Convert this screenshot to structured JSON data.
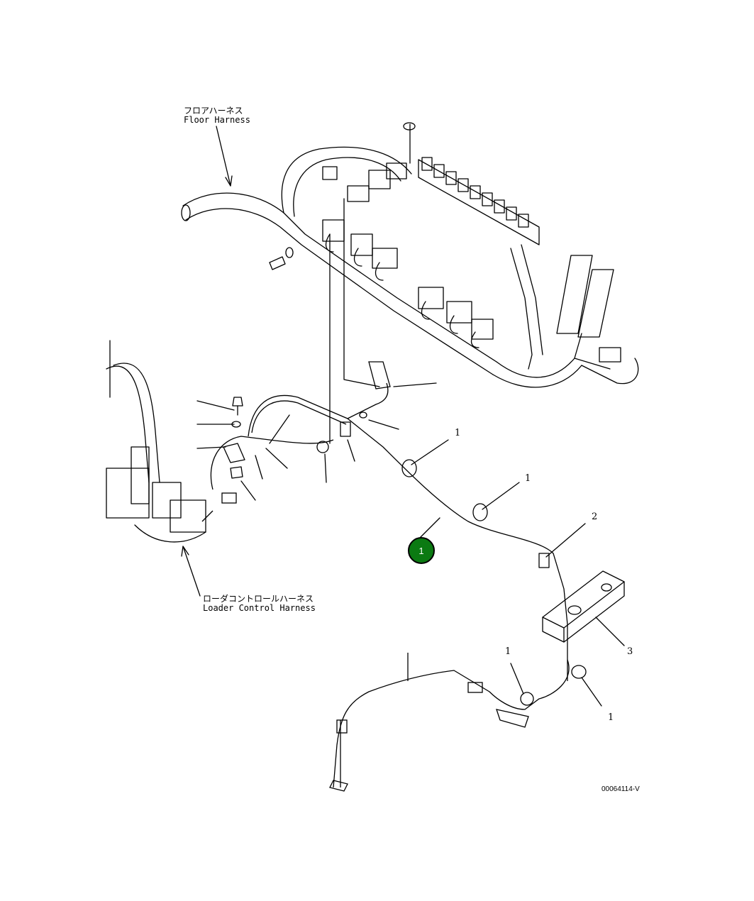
{
  "labels": {
    "floor_harness_jp": "フロアハーネス",
    "floor_harness_en": "Floor Harness",
    "loader_harness_jp": "ローダコントロールハーネス",
    "loader_harness_en": "Loader Control Harness"
  },
  "callouts": {
    "c1a": "1",
    "c1b": "1",
    "c2": "2",
    "c3": "3",
    "c1c": "1",
    "c1d": "1"
  },
  "badge": {
    "number": "1",
    "color": "#0b7a12"
  },
  "drawing_code": "00064114-V"
}
